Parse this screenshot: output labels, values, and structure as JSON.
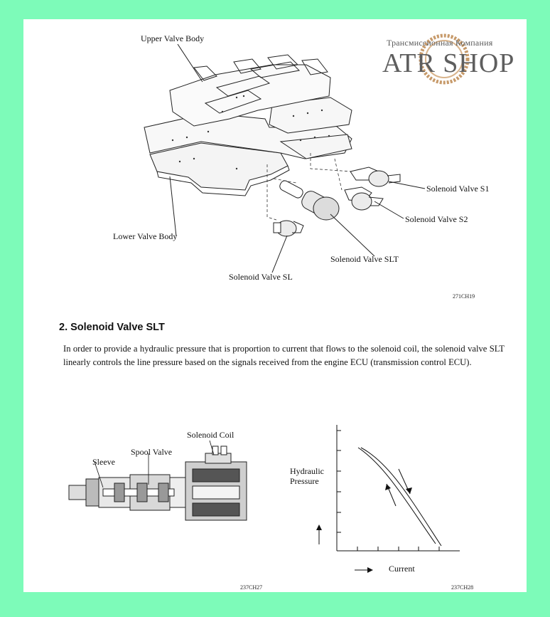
{
  "watermark": {
    "company_text": "Трансмиссионная Компания",
    "brand": "ATR SHOP"
  },
  "figure_top": {
    "labels": {
      "upper_valve_body": "Upper Valve Body",
      "lower_valve_body": "Lower Valve Body",
      "solenoid_s1": "Solenoid Valve S1",
      "solenoid_s2": "Solenoid Valve S2",
      "solenoid_slt": "Solenoid Valve SLT",
      "solenoid_sl": "Solenoid Valve SL"
    },
    "code": "271CH19"
  },
  "section": {
    "heading": "2. Solenoid Valve SLT",
    "paragraph": "In order to provide a hydraulic pressure that is proportion to current that flows to the solenoid coil, the solenoid valve SLT linearly controls the line pressure based on the signals received from the engine ECU (transmission control ECU)."
  },
  "figure_valve": {
    "labels": {
      "solenoid_coil": "Solenoid Coil",
      "spool_valve": "Spool Valve",
      "sleeve": "Sleeve"
    },
    "code": "237CH27"
  },
  "figure_graph": {
    "ylabel_line1": "Hydraulic",
    "ylabel_line2": "Pressure",
    "xlabel": "Current",
    "code": "237CH28"
  }
}
